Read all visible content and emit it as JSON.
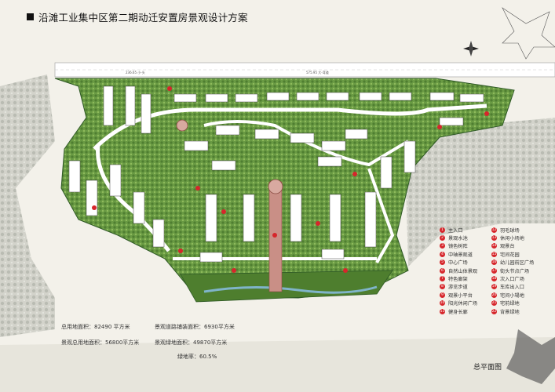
{
  "title": "沿滩工业集中区第二期动迁安置房景观设计方案",
  "roads": {
    "top_left": "236.65 小-头",
    "top_right": "575.95 大-弯道"
  },
  "stats": {
    "total_area": "总用地面积：82490 平方米",
    "landscape_area": "景观总用地面积：56800平方米",
    "paving_area": "景观道路铺装面积：6930平方米",
    "green_area": "景观绿地面积：49870平方米",
    "green_rate": "绿地率：60.5%"
  },
  "legend": [
    {
      "n": "1",
      "label": "主入口"
    },
    {
      "n": "2",
      "label": "景观水池"
    },
    {
      "n": "3",
      "label": "镜色树阵"
    },
    {
      "n": "4",
      "label": "中轴景观道"
    },
    {
      "n": "5",
      "label": "中心广场"
    },
    {
      "n": "6",
      "label": "自然山体景观"
    },
    {
      "n": "7",
      "label": "特色廊架"
    },
    {
      "n": "8",
      "label": "游览步道"
    },
    {
      "n": "9",
      "label": "观景小平台"
    },
    {
      "n": "10",
      "label": "阳光休闲广场"
    },
    {
      "n": "11",
      "label": "健身长廊"
    },
    {
      "n": "12",
      "label": "羽毛球场"
    },
    {
      "n": "13",
      "label": "休闲小场地"
    },
    {
      "n": "14",
      "label": "观景台"
    },
    {
      "n": "15",
      "label": "宅间花园"
    },
    {
      "n": "16",
      "label": "幼儿园前区广场"
    },
    {
      "n": "17",
      "label": "街头节点广场"
    },
    {
      "n": "18",
      "label": "次入口广场"
    },
    {
      "n": "19",
      "label": "车库出入口"
    },
    {
      "n": "20",
      "label": "宅间小場地"
    },
    {
      "n": "21",
      "label": "宅前绿地"
    },
    {
      "n": "22",
      "label": "背景绿地"
    }
  ],
  "caption": "总平面图",
  "colors": {
    "paper": "#f3f1ea",
    "road": "#ffffff",
    "green": "#5f8f3c",
    "dark_green": "#2f5a26",
    "building": "#ffffff",
    "marker": "#d6262b",
    "plaza": "#c98f86"
  }
}
